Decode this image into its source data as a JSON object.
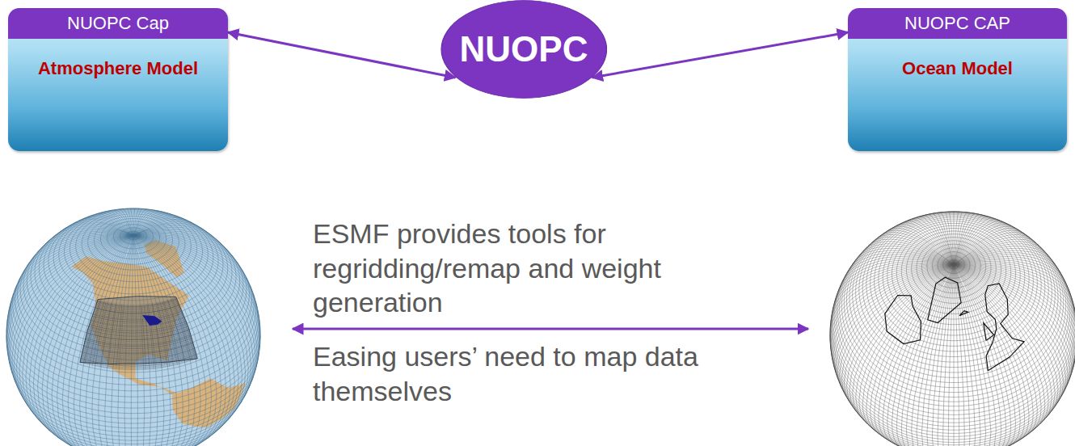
{
  "diagram": {
    "nodes": [
      {
        "text": [
          "NUOPC Cap",
          "Atmosphere Model"
        ]
      },
      {
        "text": [
          "NUOPC"
        ]
      },
      {
        "text": [
          "NUOPC CAP",
          "Ocean Model"
        ]
      }
    ],
    "edges": [
      {
        "from": 0,
        "to": 1,
        "arrow": "both"
      },
      {
        "from": 1,
        "to": 2,
        "arrow": "both"
      }
    ],
    "labels": [
      "ESMF provides tools for regridding/remap and weight generation",
      "Easing users’ need to map data themselves"
    ]
  }
}
